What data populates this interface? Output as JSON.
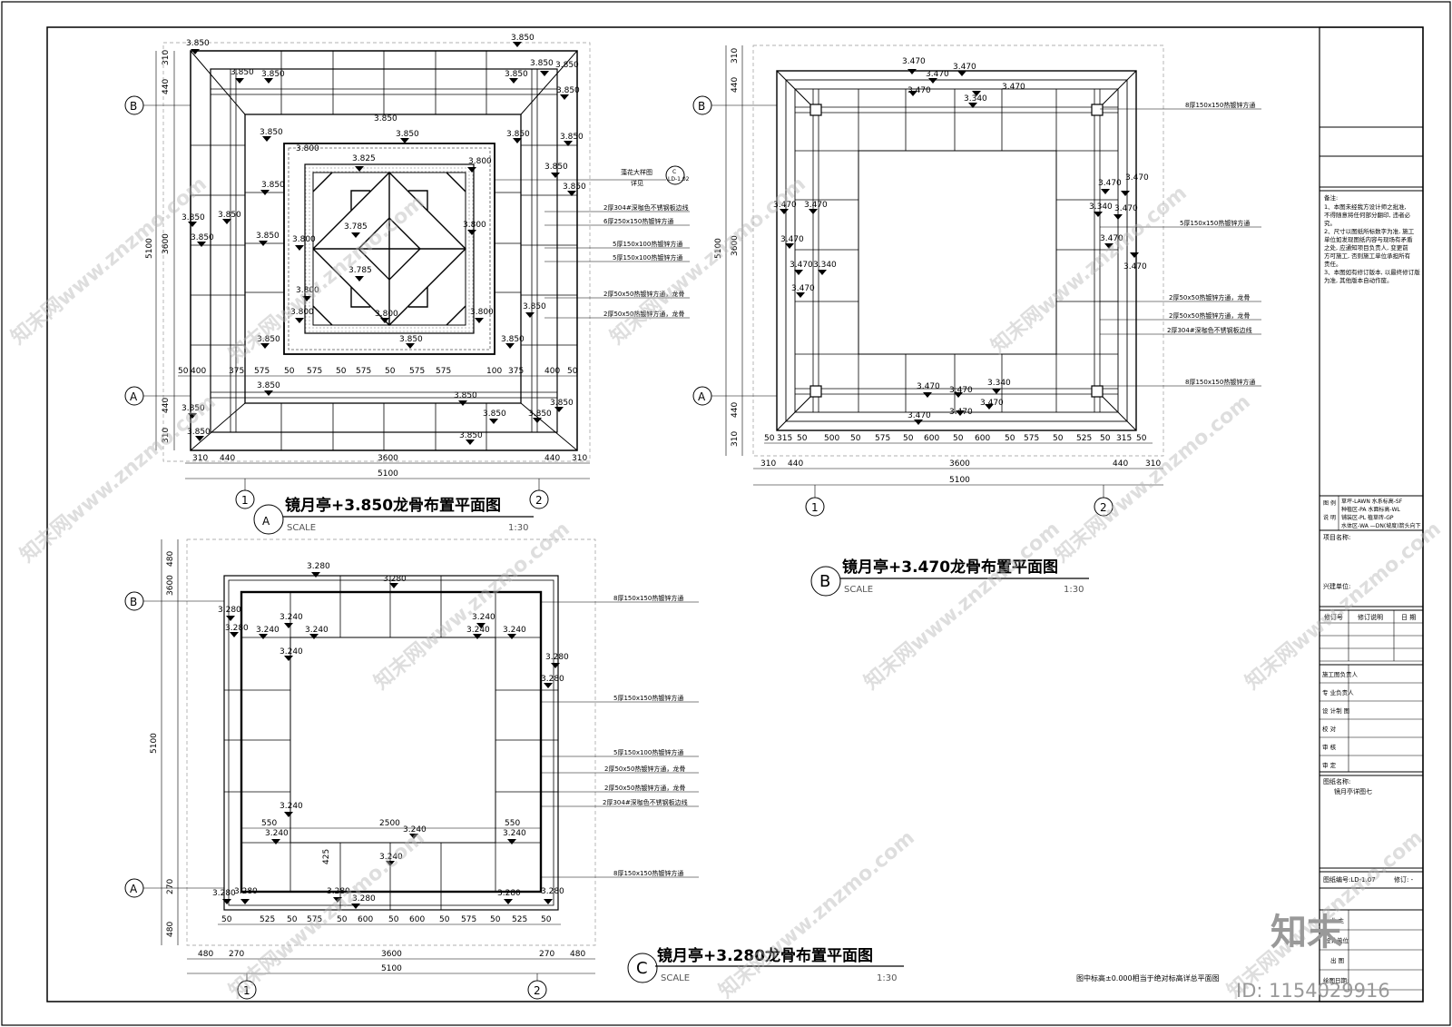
{
  "plan_a": {
    "title": "镜月亭+3.850龙骨布置平面图",
    "mark": "A",
    "scale_label": "SCALE",
    "scale_value": "1:30",
    "axis_b": "B",
    "axis_a": "A",
    "axis_1": "1",
    "axis_2": "2",
    "total_width": "5100",
    "total_height": "5100",
    "inner": "3600",
    "edge_310": "310",
    "edge_440": "440",
    "edge_50": "50",
    "levels": [
      "3.850",
      "3.850",
      "3.850",
      "3.850",
      "3.850",
      "3.850",
      "3.850",
      "3.850",
      "3.850",
      "3.850",
      "3.850",
      "3.825",
      "3.800",
      "3.785",
      "3.785"
    ],
    "level_main": "3.850",
    "level_b": "3.825",
    "level_c": "3.800",
    "level_d": "3.785",
    "bottom_dims": [
      "50",
      "400",
      "375",
      "575",
      "50",
      "575",
      "50",
      "575",
      "50",
      "575",
      "100",
      "375",
      "400",
      "50"
    ],
    "callout_text": "藻花大样图",
    "callout_sub": "详见",
    "callout_id": "C",
    "callout_sheet": "LD-1.02",
    "notes": [
      "2厚304#深咖色不锈钢板边线",
      "6厚250x150热镀锌方通",
      "5厚150x100热镀锌方通",
      "5厚150x100热镀锌方通",
      "2厚50x50热镀锌方通，龙骨",
      "2厚50x50热镀锌方通，龙骨"
    ]
  },
  "plan_b": {
    "title": "镜月亭+3.470龙骨布置平面图",
    "mark": "B",
    "scale_label": "SCALE",
    "scale_value": "1:30",
    "levels": [
      "3.470",
      "3.470",
      "3.470",
      "3.340",
      "3.470",
      "3.340",
      "3.470",
      "3.340"
    ],
    "level_main": "3.470",
    "level_low": "3.340",
    "bottom_dims": [
      "50",
      "315",
      "50",
      "500",
      "50",
      "575",
      "50",
      "600",
      "50",
      "600",
      "50",
      "575",
      "50",
      "525",
      "50",
      "315",
      "50"
    ],
    "left_dims": [
      "310",
      "440",
      "3600",
      "440",
      "310"
    ],
    "notes": [
      "8厚150x150热镀锌方通",
      "5厚150x150热镀锌方通",
      "2厚50x50热镀锌方通，龙骨",
      "2厚50x50热镀锌方通，龙骨",
      "2厚304#深咖色不锈钢板边线",
      "8厚150x150热镀锌方通"
    ]
  },
  "plan_c": {
    "title": "镜月亭+3.280龙骨布置平面图",
    "mark": "C",
    "scale_label": "SCALE",
    "scale_value": "1:30",
    "levels": [
      "3.280",
      "3.280",
      "3.240",
      "3.240",
      "3.240"
    ],
    "level_main": "3.280",
    "level_low": "3.240",
    "dim_550": "550",
    "dim_2500": "2500",
    "dim_425": "425",
    "edge_480": "480",
    "edge_270": "270",
    "bottom_dims": [
      "50",
      "525",
      "50",
      "575",
      "50",
      "600",
      "50",
      "600",
      "50",
      "575",
      "50",
      "525",
      "50"
    ],
    "notes": [
      "8厚150x150热镀锌方通",
      "5厚150x150热镀锌方通",
      "5厚150x100热镀锌方通",
      "2厚50x50热镀锌方通，龙骨",
      "2厚50x50热镀锌方通，龙骨",
      "2厚304#深咖色不锈钢板边线",
      "8厚150x150热镀锌方通"
    ]
  },
  "footnote": "图中标高±0.000相当于绝对标高详总平面图",
  "title_block": {
    "notes_heading": "备注:",
    "notes": [
      "1、本图未经我方设计师之批准,",
      "不得随意将任何部分翻印, 违者必",
      "究。",
      "2、尺寸以图纸所标数字为准, 施工",
      "单位如发现图纸内容与现场有矛盾",
      "之处, 应通知项目负责人, 变更前",
      "方可施工, 否则施工单位承担所有",
      "责任。",
      "3、本图如有修订版本, 以最终修订版",
      "为准, 其他版本自动作废。"
    ],
    "legend_label_1": "图",
    "legend_label_2": "例",
    "legend_label_3": "说",
    "legend_label_4": "明",
    "legend_rows": [
      "草坪-LAWN   水系标高-SF",
      "种植区-PA   水面标高-WL",
      "铺装区-PL   植草砖-GP",
      "水体区-WA  —DN(坡度)箭头向下"
    ],
    "project_name_label": "项目名称:",
    "client_label": "兴建单位:",
    "rev_no": "修订号",
    "rev_desc": "修订说明",
    "rev_date": "日  期",
    "roles": [
      "施工图负责人",
      "专  业负责人",
      "设  计制  图",
      "校  对",
      "审  核",
      "审  定"
    ],
    "drawing_name_label": "图纸名称:",
    "drawing_name": "镜月亭详图七",
    "drawing_no": "图纸编号:LD-1.07",
    "revision": "修订: -",
    "stamp_1": "业 主",
    "stamp_2": "设计单位",
    "stamp_3": "出 图",
    "stamp_4": "绘图日期:"
  },
  "watermark": {
    "cn": "知末网www.znzmo.com",
    "brand": "知末",
    "id": "ID: 1154029916"
  }
}
